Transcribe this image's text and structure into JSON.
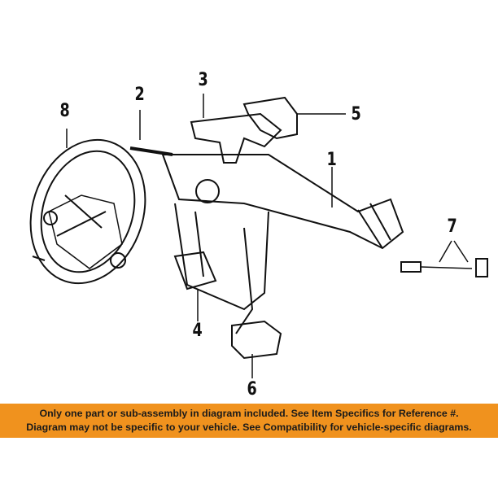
{
  "callouts": {
    "c1": "1",
    "c2": "2",
    "c3": "3",
    "c4": "4",
    "c5": "5",
    "c6": "6",
    "c7": "7",
    "c8": "8"
  },
  "banner": {
    "line1": "Only one part or sub-assembly in diagram included. See Item Specifics for Reference #.",
    "line2": "Diagram may not be specific to your vehicle. See Compatibility for vehicle-specific diagrams."
  },
  "colors": {
    "banner": "#f0921e"
  }
}
